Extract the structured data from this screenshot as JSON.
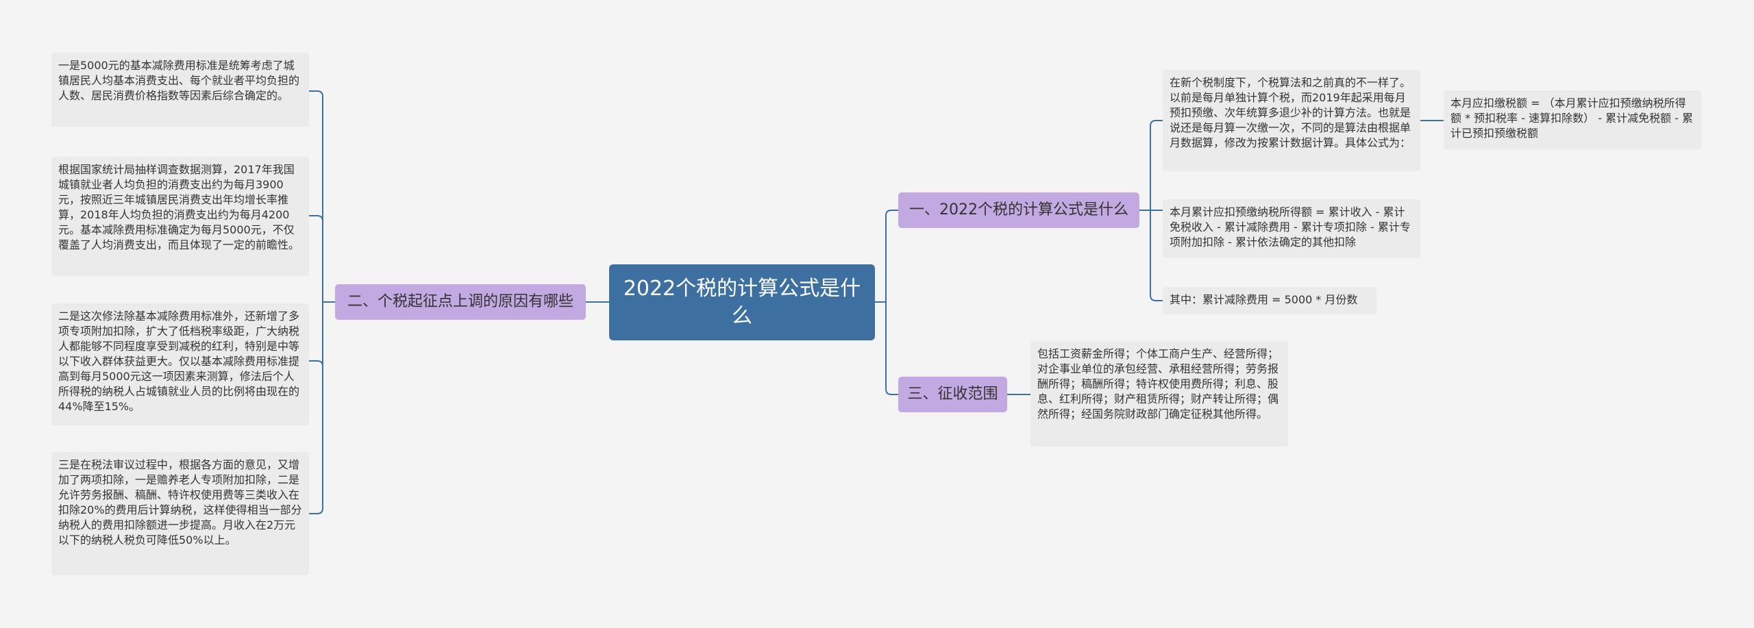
{
  "root": {
    "text": "2022个税的计算公式是什么"
  },
  "branches": [
    {
      "label": "一、2022个税的计算公式是什么",
      "children": [
        {
          "text": "在新个税制度下，个税算法和之前真的不一样了。以前是每月单独计算个税，而2019年起采用每月预扣预缴、次年统算多退少补的计算方法。也就是说还是每月算一次缴一次，不同的是算法由根据单月数据算，修改为按累计数据计算。具体公式为：",
          "children": [
            {
              "text": "本月应扣缴税额 = （本月累计应扣预缴纳税所得额 * 预扣税率 - 速算扣除数） - 累计减免税额 - 累计已预扣预缴税额"
            }
          ]
        },
        {
          "text": "本月累计应扣预缴纳税所得额 = 累计收入 - 累计免税收入 - 累计减除费用 - 累计专项扣除 - 累计专项附加扣除 - 累计依法确定的其他扣除"
        },
        {
          "text": "其中：累计减除费用 = 5000 * 月份数"
        }
      ]
    },
    {
      "label": "二、个税起征点上调的原因有哪些",
      "children": [
        {
          "text": "一是5000元的基本减除费用标准是统筹考虑了城镇居民人均基本消费支出、每个就业者平均负担的人数、居民消费价格指数等因素后综合确定的。"
        },
        {
          "text": "根据国家统计局抽样调查数据测算，2017年我国城镇就业者人均负担的消费支出约为每月3900元，按照近三年城镇居民消费支出年均增长率推算，2018年人均负担的消费支出约为每月4200元。基本减除费用标准确定为每月5000元，不仅覆盖了人均消费支出，而且体现了一定的前瞻性。"
        },
        {
          "text": "二是这次修法除基本减除费用标准外，还新增了多项专项附加扣除，扩大了低档税率级距，广大纳税人都能够不同程度享受到减税的红利，特别是中等以下收入群体获益更大。仅以基本减除费用标准提高到每月5000元这一项因素来测算，修法后个人所得税的纳税人占城镇就业人员的比例将由现在的44%降至15%。"
        },
        {
          "text": "三是在税法审议过程中，根据各方面的意见，又增加了两项扣除，一是赡养老人专项附加扣除，二是允许劳务报酬、稿酬、特许权使用费等三类收入在扣除20%的费用后计算纳税，这样使得相当一部分纳税人的费用扣除额进一步提高。月收入在2万元以下的纳税人税负可降低50%以上。"
        }
      ]
    },
    {
      "label": "三、征收范围",
      "children": [
        {
          "text": "包括工资薪金所得；个体工商户生产、经营所得；对企事业单位的承包经营、承租经营所得；劳务报酬所得；稿酬所得；特许权使用费所得；利息、股息、红利所得；财产租赁所得；财产转让所得；偶然所得；经国务院财政部门确定征税其他所得。"
        }
      ]
    }
  ],
  "colors": {
    "root": "#3d6fa1",
    "branch": "#c2a9e1",
    "leaf": "#ebebeb",
    "line": "#3d6fa1",
    "background": "#f4f4f4"
  }
}
